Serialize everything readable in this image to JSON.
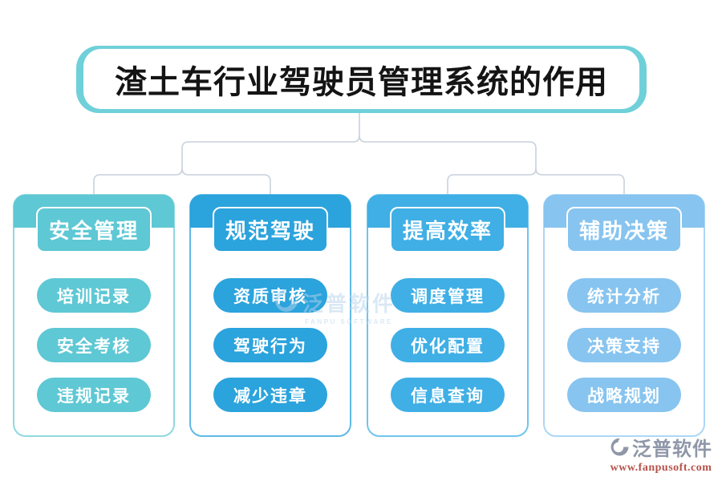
{
  "title": "渣土车行业驾驶员管理系统的作用",
  "columns": [
    {
      "header": "安全管理",
      "theme_color": "#5ec8d4",
      "border_color": "#8fd9e0",
      "items": [
        "培训记录",
        "安全考核",
        "违规记录"
      ]
    },
    {
      "header": "规范驾驶",
      "theme_color": "#2ba3dc",
      "border_color": "#5fb9e6",
      "items": [
        "资质审核",
        "驾驶行为",
        "减少违章"
      ]
    },
    {
      "header": "提高效率",
      "theme_color": "#3fafe5",
      "border_color": "#70c5ed",
      "items": [
        "调度管理",
        "优化配置",
        "信息查询"
      ]
    },
    {
      "header": "辅助决策",
      "theme_color": "#87c4ef",
      "border_color": "#abd7f5",
      "items": [
        "统计分析",
        "决策支持",
        "战略规划"
      ]
    }
  ],
  "center_watermark": {
    "brand": "泛普软件",
    "subtitle": "FANPU SOFTWARE"
  },
  "brand_watermark": {
    "brand": "泛普软件",
    "url": "www.fanpusoft.com"
  },
  "colors": {
    "title_border": "#6fd0d9",
    "connector": "#c9d1dc",
    "watermark_gray": "#8f97a8",
    "watermark_url_red": "#b4524a",
    "center_watermark_blue": "#b7d3ec",
    "background": "#ffffff"
  }
}
